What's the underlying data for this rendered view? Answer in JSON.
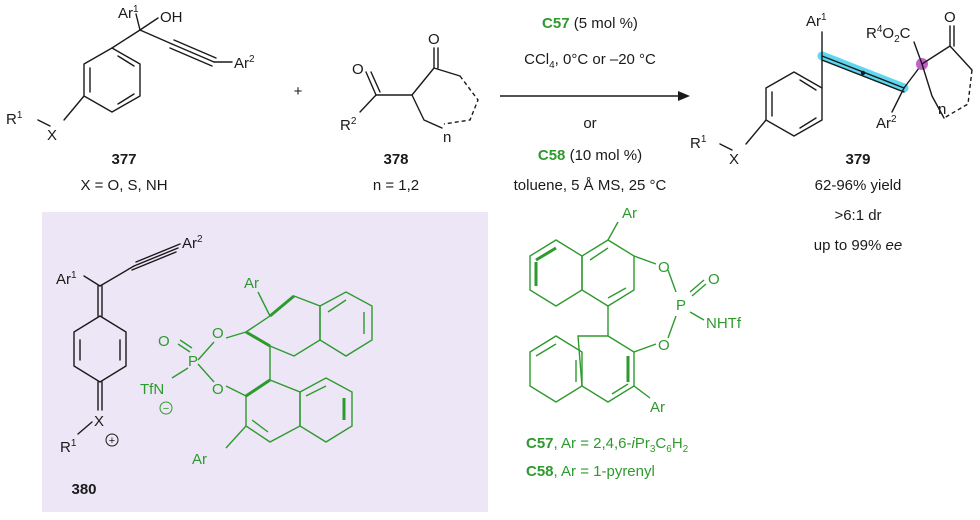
{
  "reactant_377": {
    "ar1": "Ar",
    "ar1_sup": "1",
    "oh": "OH",
    "ar2": "Ar",
    "ar2_sup": "2",
    "r1": "R",
    "r1_sup": "1",
    "x": "X",
    "number": "377",
    "condition": "X = O, S, NH"
  },
  "plus": "+",
  "reactant_378": {
    "o_left": "O",
    "o_right": "O",
    "r2": "R",
    "r2_sup": "2",
    "n": "n",
    "number": "378",
    "condition": "n = 1,2"
  },
  "conditions": {
    "catalyst1": "C57",
    "loading1": "(5 mol %)",
    "solvent1_main": "CCl",
    "solvent1_sub": "4",
    "solvent1_rest": ", 0°C or –20 °C",
    "or": "or",
    "catalyst2": "C58",
    "loading2": "(10 mol %)",
    "solvent2": "toluene, 5 Å MS, 25 °C"
  },
  "product_379": {
    "ar1": "Ar",
    "ar1_sup": "1",
    "r4": "R",
    "r4_sup": "4",
    "o2c": "O",
    "o2c_sub": "2",
    "c": "C",
    "o": "O",
    "ar2": "Ar",
    "ar2_sup": "2",
    "n": "n",
    "r1": "R",
    "r1_sup": "1",
    "x": "X",
    "number": "379",
    "yield": "62-96% yield",
    "dr": ">6:1 dr",
    "ee_prefix": "up to 99% ",
    "ee": "ee"
  },
  "intermediate_380": {
    "ar1": "Ar",
    "ar1_sup": "1",
    "ar2": "Ar",
    "ar2_sup": "2",
    "x": "X",
    "r1": "R",
    "r1_sup": "1",
    "plus_charge": "+",
    "minus_charge": "−",
    "o1": "O",
    "o2": "O",
    "o3": "O",
    "p": "P",
    "tfn": "TfN",
    "ar_top": "Ar",
    "ar_bottom": "Ar",
    "number": "380"
  },
  "catalyst_structure": {
    "ar_top": "Ar",
    "ar_bottom": "Ar",
    "o_top": "O",
    "o_bottom": "O",
    "o_double": "O",
    "p": "P",
    "nhtf": "NHTf"
  },
  "catalyst_legend": {
    "c57": "C57",
    "c57_desc_a": ", Ar = 2,4,6-",
    "c57_desc_i": "i",
    "c57_desc_b": "Pr",
    "c57_desc_sub1": "3",
    "c57_desc_c": "C",
    "c57_desc_sub2": "6",
    "c57_desc_d": "H",
    "c57_desc_sub3": "2",
    "c58": "C58",
    "c58_desc": ", Ar = 1-pyrenyl"
  },
  "colors": {
    "catalyst_green": "#2e9a2e",
    "box_lavender": "#ece6f7",
    "allene_highlight": "#5fd6f0",
    "stereocenter": "#c060c8",
    "text": "#1a1a1a"
  }
}
